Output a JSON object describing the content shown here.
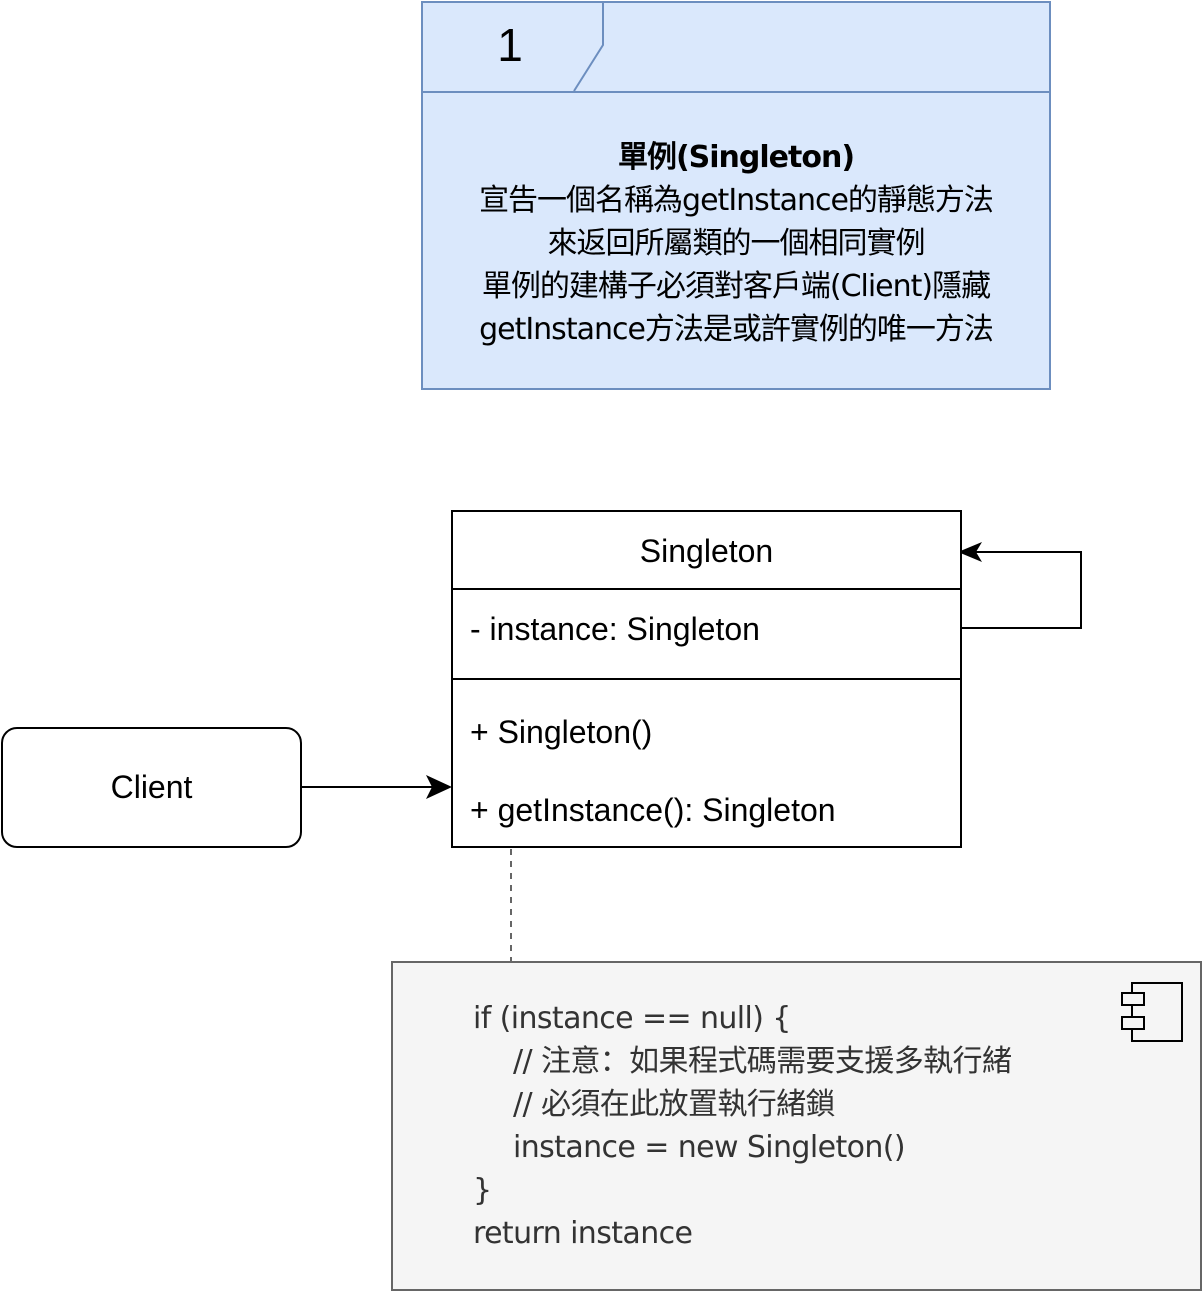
{
  "note": {
    "number": "1",
    "title": "單例(Singleton)",
    "lines": [
      "宣告一個名稱為getInstance的靜態方法",
      "來返回所屬類的一個相同實例",
      "單例的建構子必須對客戶端(Client)隱藏",
      "getInstance方法是或許實例的唯一方法"
    ]
  },
  "class_box": {
    "name": "Singleton",
    "attribute": "- instance: Singleton",
    "operations": [
      "+ Singleton()",
      "+ getInstance(): Singleton"
    ]
  },
  "client": {
    "label": "Client"
  },
  "code": {
    "lines": [
      "if (instance == null) {",
      "// 注意：如果程式碼需要支援多執行緒",
      "// 必須在此放置執行緒鎖",
      "instance = new Singleton()",
      "}",
      "return instance"
    ]
  },
  "colors": {
    "note_fill": "#dae8fc",
    "note_stroke": "#6c8ebf",
    "code_fill": "#f5f5f5",
    "code_stroke": "#666666",
    "code_text": "#333333",
    "line": "#000000"
  }
}
